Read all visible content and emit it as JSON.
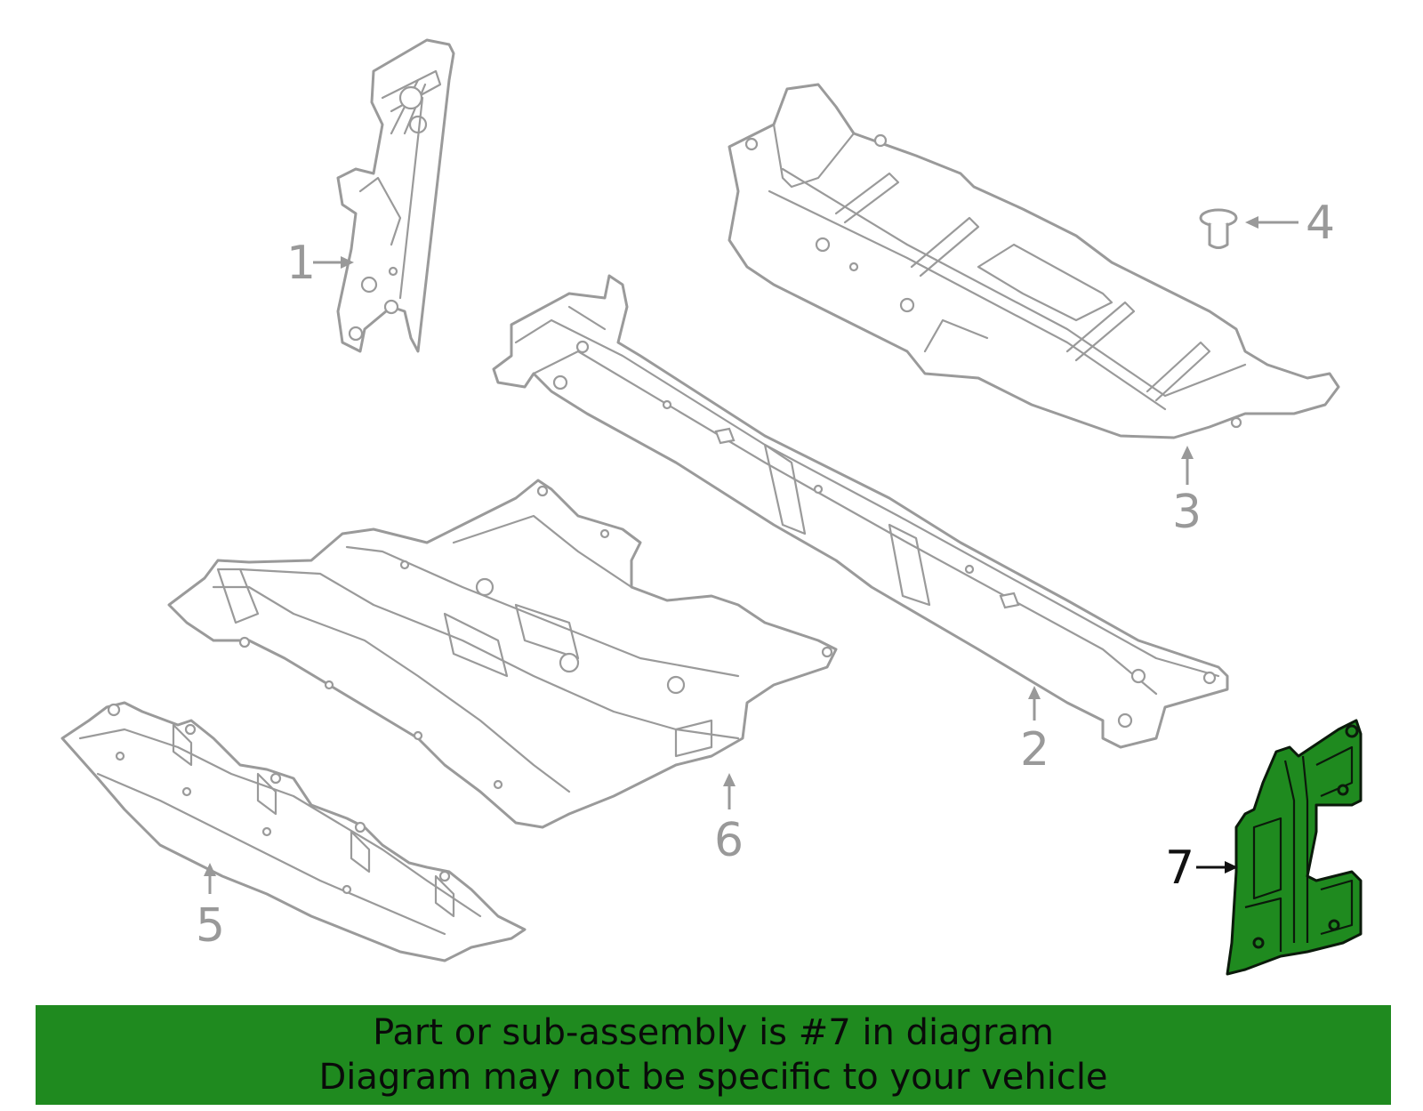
{
  "callouts": [
    {
      "number": "1"
    },
    {
      "number": "2"
    },
    {
      "number": "3"
    },
    {
      "number": "4"
    },
    {
      "number": "5"
    },
    {
      "number": "6"
    },
    {
      "number": "7",
      "highlighted": true
    }
  ],
  "banner": {
    "line1": "Part or sub-assembly is #7 in diagram",
    "line2": "Diagram may not be specific to your vehicle"
  },
  "colors": {
    "highlight": "#1f8a1f",
    "banner": "#1f8a1f",
    "line_art": "#9a9a9a"
  }
}
